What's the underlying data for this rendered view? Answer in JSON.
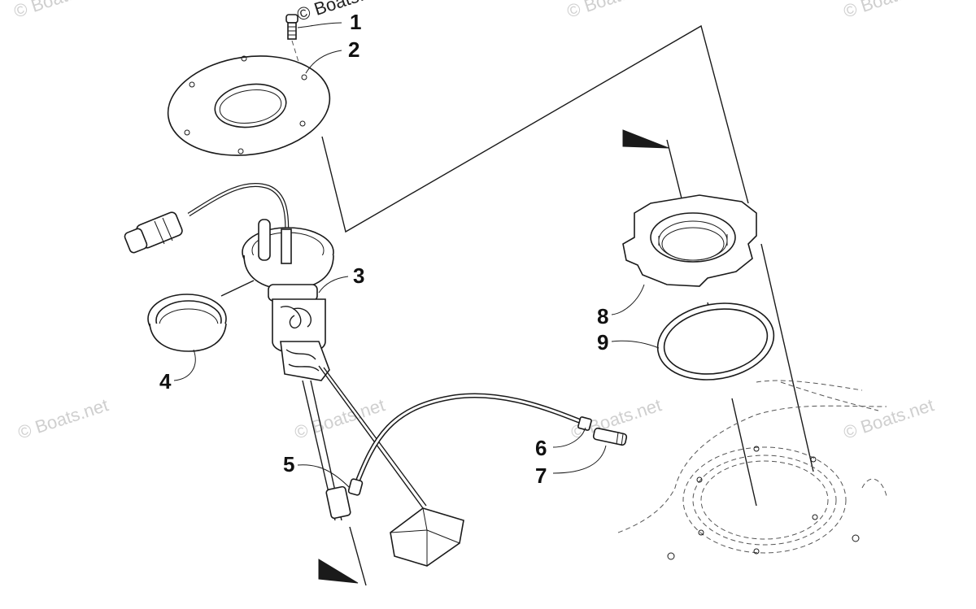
{
  "watermarks": [
    "© Boats.net",
    "© Boats.net",
    "© Boats.net",
    "© Boats.net",
    "© Boats.net",
    "© Boats.net",
    "© Boats.net",
    "© Boats.net"
  ],
  "callouts": [
    {
      "label": "1"
    },
    {
      "label": "2"
    },
    {
      "label": "3"
    },
    {
      "label": "4"
    },
    {
      "label": "5"
    },
    {
      "label": "6"
    },
    {
      "label": "7"
    },
    {
      "label": "8"
    },
    {
      "label": "9"
    }
  ]
}
